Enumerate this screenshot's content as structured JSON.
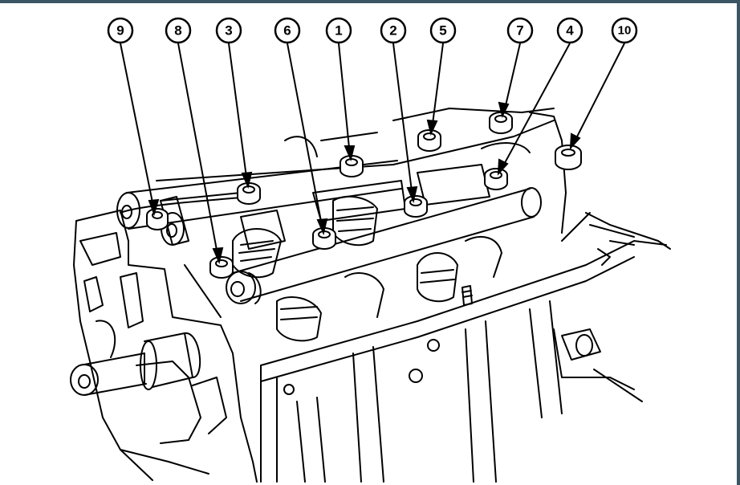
{
  "diagram": {
    "callouts": [
      "9",
      "8",
      "3",
      "6",
      "1",
      "2",
      "5",
      "7",
      "4",
      "10"
    ]
  },
  "colors": {
    "frame_bar": "#3b5563",
    "ink": "#000000",
    "paper": "#ffffff"
  }
}
